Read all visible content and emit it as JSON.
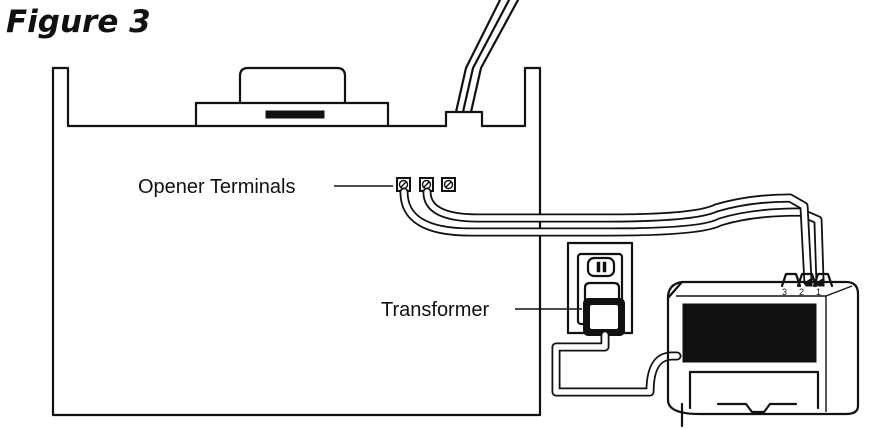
{
  "figure": {
    "title": "Figure 3",
    "labels": {
      "opener_terminals": "Opener Terminals",
      "transformer": "Transformer"
    },
    "console_terminal_numbers": [
      "3",
      "2",
      "1"
    ]
  }
}
